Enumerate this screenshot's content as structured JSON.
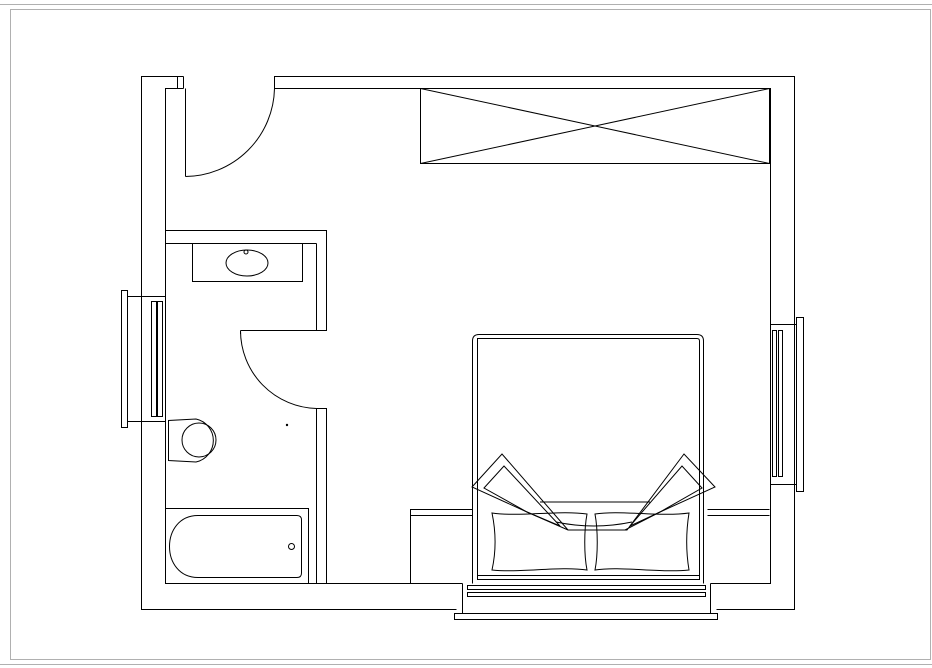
{
  "drawing": {
    "type": "floor-plan",
    "title": "",
    "labels": []
  },
  "colors": {
    "background": "#ffffff",
    "frame_border": "#b0b0b0",
    "line": "#000000"
  },
  "rooms": [
    {
      "name": "bedroom"
    },
    {
      "name": "bathroom"
    }
  ],
  "fixtures": [
    {
      "name": "entry-door",
      "icon": "door-swing-icon"
    },
    {
      "name": "bathroom-door",
      "icon": "door-swing-icon"
    },
    {
      "name": "wardrobe",
      "icon": "wardrobe-icon"
    },
    {
      "name": "vanity-sink",
      "icon": "sink-icon"
    },
    {
      "name": "toilet",
      "icon": "toilet-icon"
    },
    {
      "name": "bathtub",
      "icon": "bathtub-icon"
    },
    {
      "name": "double-bed",
      "icon": "bed-icon"
    },
    {
      "name": "nightstand-left",
      "icon": "nightstand-icon"
    },
    {
      "name": "nightstand-right",
      "icon": "nightstand-icon"
    },
    {
      "name": "window-left",
      "icon": "window-icon"
    },
    {
      "name": "window-right",
      "icon": "window-icon"
    },
    {
      "name": "window-bottom",
      "icon": "window-icon"
    }
  ]
}
